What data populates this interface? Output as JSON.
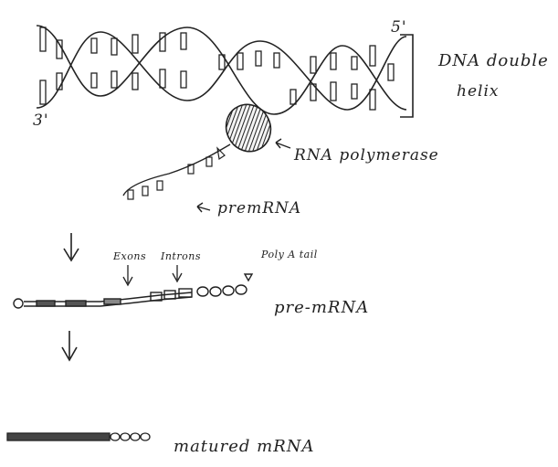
{
  "labels": {
    "five_prime": "5'",
    "three_prime": "3'",
    "dna_line1": "DNA double",
    "dna_line2": "helix",
    "rna_polymerase": "RNA polymerase",
    "pre_mrna_short": "premRNA",
    "exons": "Exons",
    "introns": "Introns",
    "poly_a_tail": "Poly A tail",
    "pre_mrna": "pre-mRNA",
    "matured_mrna": "matured mRNA"
  },
  "colors": {
    "ink": "#222222",
    "polymerase": "#333333"
  },
  "icons": {
    "arrow1": "down-arrow-icon",
    "arrow2": "down-arrow-icon"
  }
}
